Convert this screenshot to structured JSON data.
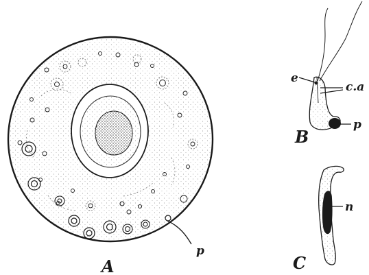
{
  "figure": {
    "panels": [
      {
        "id": "A",
        "caption": "A",
        "labels": [
          "p"
        ]
      },
      {
        "id": "B",
        "caption": "B",
        "labels": [
          "e",
          "c.a",
          "p"
        ]
      },
      {
        "id": "C",
        "caption": "C",
        "labels": [
          "n"
        ]
      }
    ],
    "colors": {
      "ink": "#1a1a1a",
      "paper": "#ffffff",
      "stipple": "#8a8a8a"
    }
  }
}
